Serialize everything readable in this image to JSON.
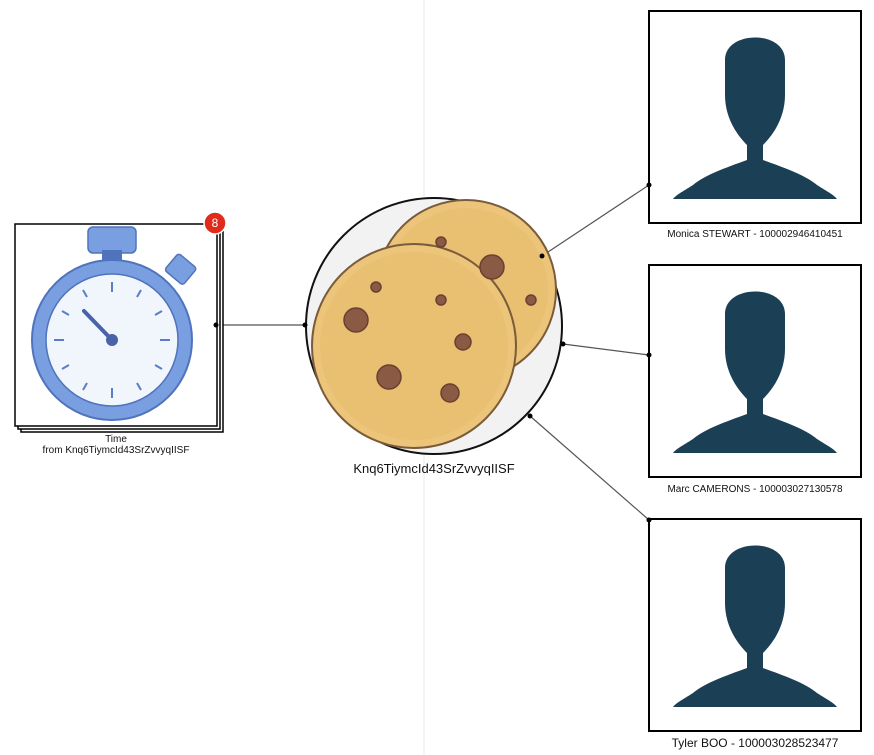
{
  "timer_node": {
    "icon": "stopwatch-icon",
    "badge_count": "8",
    "title": "Time",
    "subtitle": "from Knq6TiymcId43SrZvvyqIISF"
  },
  "cookie_node": {
    "icon": "cookie-icon",
    "label": "Knq6TiymcId43SrZvvyqIISF"
  },
  "person_nodes": [
    {
      "icon": "person-silhouette-icon",
      "label": "Monica STEWART - 100002946410451"
    },
    {
      "icon": "person-silhouette-icon",
      "label": "Marc CAMERONS - 100003027130578"
    },
    {
      "icon": "person-silhouette-icon",
      "label": "Tyler BOO - 100003028523477"
    }
  ],
  "colors": {
    "silhouette": "#1b3f55",
    "stopwatch_blue": "#7a9fe0",
    "cookie": "#ecc57a",
    "cookie_spot": "#8a5a45",
    "badge": "#e02a1b",
    "edge": "#555555"
  }
}
